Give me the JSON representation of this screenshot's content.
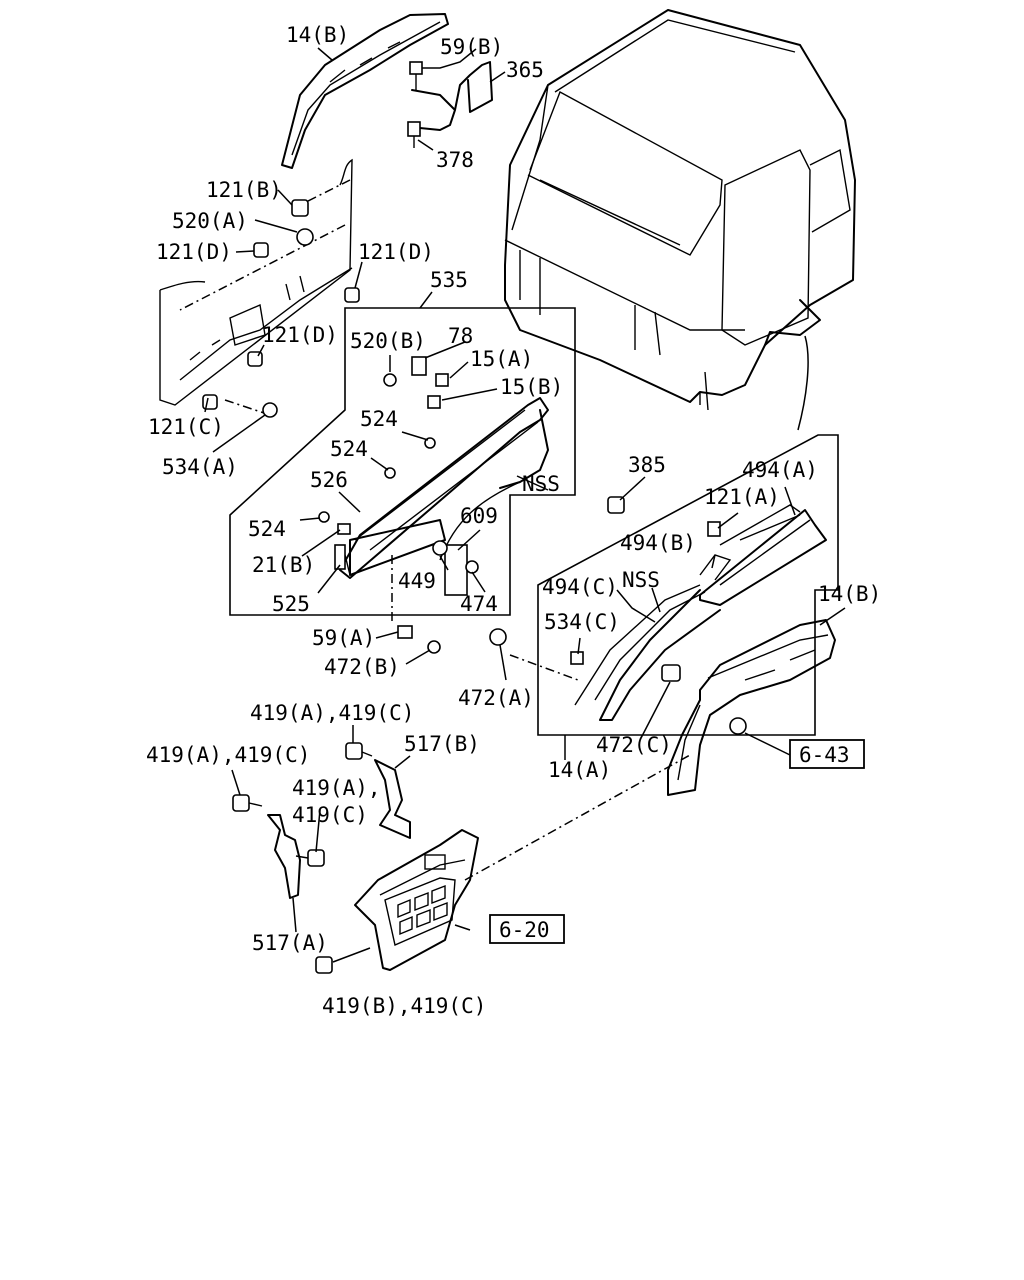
{
  "labels": {
    "l_14b_top": "14(B)",
    "l_59b": "59(B)",
    "l_365": "365",
    "l_378": "378",
    "l_121b": "121(B)",
    "l_520a": "520(A)",
    "l_121d_1": "121(D)",
    "l_121d_2": "121(D)",
    "l_121d_3": "121(D)",
    "l_121c": "121(C)",
    "l_534a": "534(A)",
    "l_535": "535",
    "l_520b": "520(B)",
    "l_78": "78",
    "l_15a": "15(A)",
    "l_15b": "15(B)",
    "l_524_1": "524",
    "l_524_2": "524",
    "l_526": "526",
    "l_nss_1": "NSS",
    "l_524_3": "524",
    "l_609": "609",
    "l_21b": "21(B)",
    "l_449": "449",
    "l_525": "525",
    "l_474": "474",
    "l_59a": "59(A)",
    "l_472b": "472(B)",
    "l_385": "385",
    "l_494a": "494(A)",
    "l_121a": "121(A)",
    "l_494b": "494(B)",
    "l_494c": "494(C)",
    "l_nss_2": "NSS",
    "l_534c": "534(C)",
    "l_14b_right": "14(B)",
    "l_472a": "472(A)",
    "l_472c": "472(C)",
    "l_14a": "14(A)",
    "l_419ac_1": "419(A),419(C)",
    "l_419ac_2": "419(A),419(C)",
    "l_517b": "517(B)",
    "l_419a": "419(A),",
    "l_419c": "419(C)",
    "l_517a": "517(A)",
    "l_419bc": "419(B),419(C)"
  },
  "refs": {
    "ref_643": "6-43",
    "ref_620": "6-20"
  }
}
